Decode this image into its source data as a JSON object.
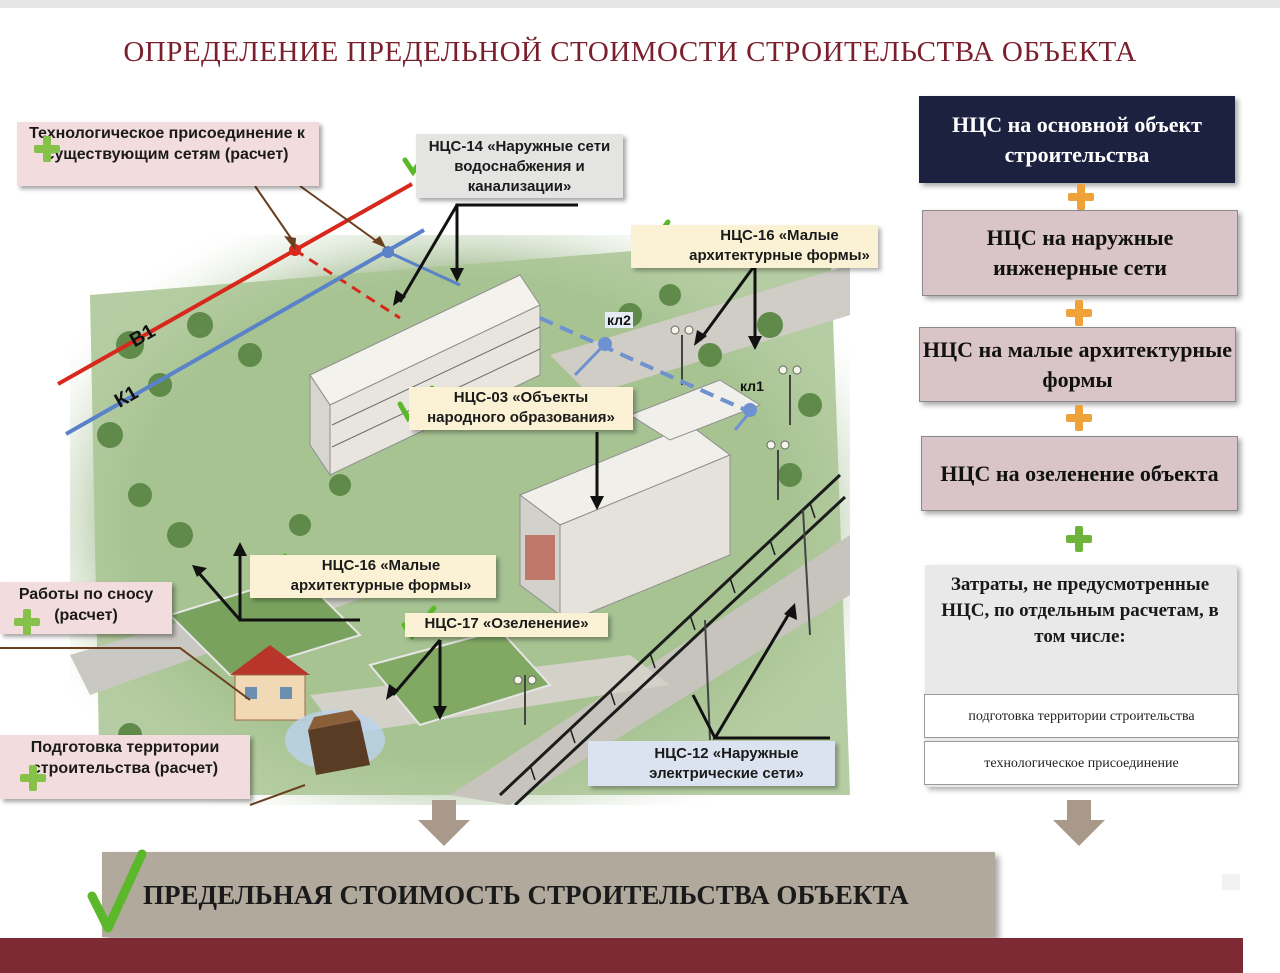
{
  "title": "ОПРЕДЕЛЕНИЕ ПРЕДЕЛЬНОЙ СТОИМОСТИ СТРОИТЕЛЬСТВА ОБЪЕКТА",
  "labels": {
    "tech_connection": "Технологическое присоединение к существующим сетям (расчет)",
    "ncs14": "НЦС-14 «Наружные сети водоснабжения и канализации»",
    "ncs16_top": "НЦС-16 «Малые архитектурные формы»",
    "ncs03": "НЦС-03 «Объекты народного образования»",
    "ncs16_mid": "НЦС-16 «Малые архитектурные формы»",
    "ncs17": "НЦС-17 «Озеленение»",
    "ncs12": "НЦС-12 «Наружные электрические сети»",
    "demolition": "Работы по сносу (расчет)",
    "site_prep": "Подготовка территории строительства (расчет)"
  },
  "network_marks": {
    "v1": "В1",
    "k1": "К1",
    "kl2": "кл2",
    "kl1": "кл1"
  },
  "right_column": {
    "main": "НЦС на основной объект строительства",
    "networks": "НЦС на наружные инженерные сети",
    "forms": "НЦС на малые архитектурные формы",
    "landscaping": "НЦС на озеленение объекта",
    "other": "Затраты, не предусмотренные НЦС, по отдельным расчетам, в том числе:",
    "sub1": "подготовка территории строительства",
    "sub2": "технологическое присоединение"
  },
  "result": "ПРЕДЕЛЬНАЯ СТОИМОСТЬ СТРОИТЕЛЬСТВА ОБЪЕКТА",
  "colors": {
    "title": "#7a1f2b",
    "dark_box": "#1c2140",
    "pink_box": "#d9c4c8",
    "footer": "#7e2a35",
    "water_line": "#d8281c",
    "sewer_line": "#5a82c8",
    "plus_orange": "#f0a23a",
    "plus_green": "#86c24a",
    "check_green": "#5bb82a"
  },
  "icons": [
    "plus-icon",
    "check-icon",
    "arrow-down-icon",
    "house-icon",
    "dump-icon",
    "lamp-icon"
  ]
}
